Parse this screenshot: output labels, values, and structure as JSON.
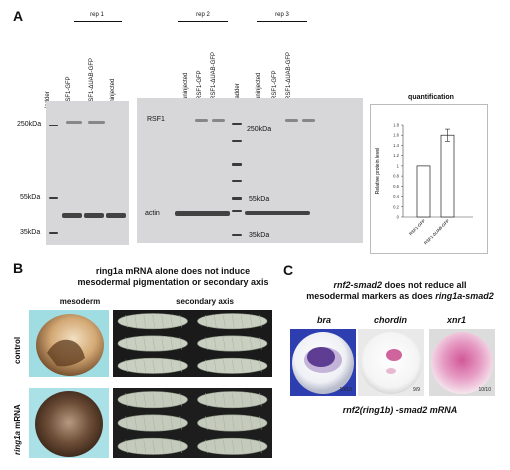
{
  "panelA": {
    "letter": "A",
    "rep_labels": [
      "rep 1",
      "rep 2",
      "rep 3"
    ],
    "gel1_lanes": [
      "ladder",
      "RSF1-GFP",
      "RSF1-ΔUAB-GFP",
      "uninjected"
    ],
    "gel2_lanes": [
      "uninjected",
      "RSF1-GFP",
      "RSF1-ΔUAB-GFP",
      "ladder",
      "uninjected",
      "RSF1-GFP",
      "RSF1-ΔUAB-GFP"
    ],
    "kda_left": [
      "250kDa",
      "55kDa",
      "35kDa"
    ],
    "kda_mid": [
      "250kDa",
      "55kDa",
      "35kDa"
    ],
    "rsf1_label": "RSF1",
    "actin_label": "actin",
    "quant_title": "quantification"
  },
  "chart_data": {
    "type": "bar",
    "title": "quantification",
    "ylabel": "Relative protein level",
    "categories": [
      "RSF1-GFP",
      "RSF1-ΔUAB-GFP"
    ],
    "values": [
      1.0,
      1.6
    ],
    "error": [
      0,
      0.12
    ],
    "ylim": [
      0,
      1.8
    ],
    "yticks": [
      0,
      0.2,
      0.4,
      0.6,
      0.8,
      1,
      1.2,
      1.4,
      1.6,
      1.8
    ]
  },
  "panelB": {
    "letter": "B",
    "title_line1": "ring1a mRNA alone does not induce",
    "title_line2": "mesodermal pigmentation or secondary axis",
    "col_mesoderm": "mesoderm",
    "col_secondary": "secondary axis",
    "row_control": "control",
    "row_ring1a_italic": "ring1a",
    "row_ring1a_rest": " mRNA"
  },
  "panelC": {
    "letter": "C",
    "title_line1_italic": "rnf2-smad2",
    "title_line1_rest": " does not reduce all",
    "title_line2_rest": "mesodermal markers as does ",
    "title_line2_italic": "ring1a-smad2",
    "markers": [
      "bra",
      "chordin",
      "xnr1"
    ],
    "counts": [
      "10/10",
      "9/9",
      "10/10"
    ],
    "caption_italic": "rnf2(ring1b) -smad2 mRNA"
  }
}
